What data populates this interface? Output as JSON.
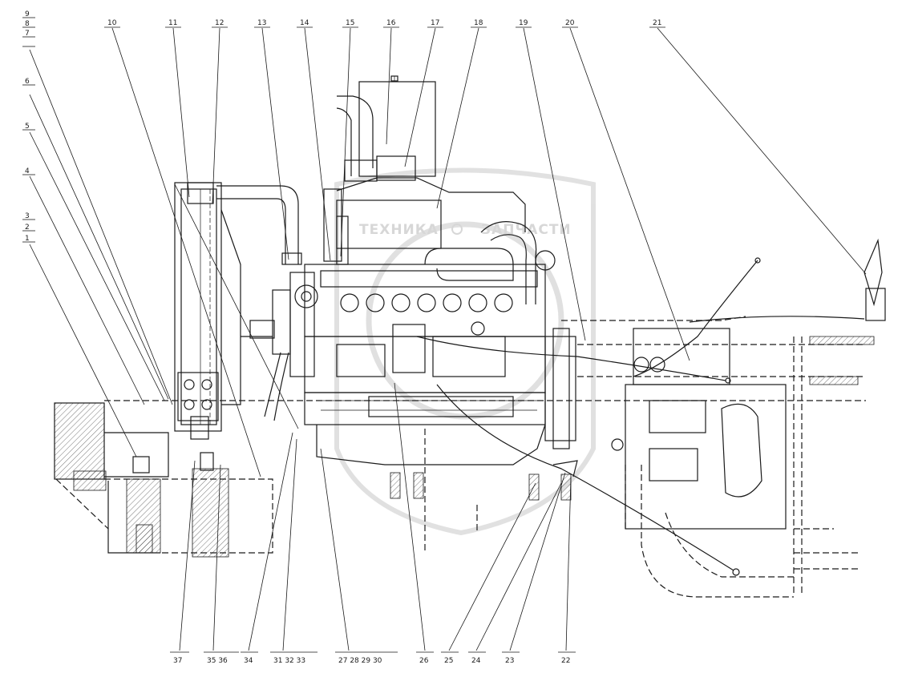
{
  "watermark": {
    "text_left": "ТЕХНИКА",
    "text_right": "ЗАПЧАСТИ",
    "color": "#b8b8b8"
  },
  "callouts_top": [
    {
      "label": "9"
    },
    {
      "label": "8"
    },
    {
      "label": "7"
    },
    {
      "label": "6"
    },
    {
      "label": "5"
    },
    {
      "label": "4"
    },
    {
      "label": "3"
    },
    {
      "label": "2"
    },
    {
      "label": "1"
    },
    {
      "label": "10"
    },
    {
      "label": "11"
    },
    {
      "label": "12"
    },
    {
      "label": "13"
    },
    {
      "label": "14"
    },
    {
      "label": "15"
    },
    {
      "label": "16"
    },
    {
      "label": "17"
    },
    {
      "label": "18"
    },
    {
      "label": "19"
    },
    {
      "label": "20"
    },
    {
      "label": "21"
    }
  ],
  "callouts_bottom": [
    {
      "label": "37"
    },
    {
      "label": "35 36"
    },
    {
      "label": "34"
    },
    {
      "label": "31 32 33"
    },
    {
      "label": "27 28 29 30"
    },
    {
      "label": "26"
    },
    {
      "label": "25"
    },
    {
      "label": "24"
    },
    {
      "label": "23"
    },
    {
      "label": "22"
    }
  ]
}
